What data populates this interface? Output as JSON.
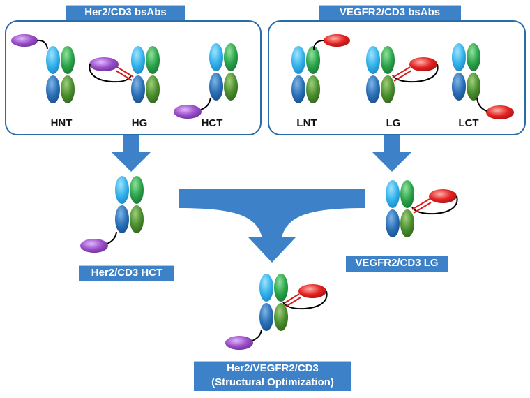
{
  "groups": {
    "her2": {
      "title": "Her2/CD3 bsAbs",
      "variants": [
        "HNT",
        "HG",
        "HCT"
      ]
    },
    "vegfr2": {
      "title": "VEGFR2/CD3 bsAbs",
      "variants": [
        "LNT",
        "LG",
        "LCT"
      ]
    }
  },
  "selected": {
    "her2": "Her2/CD3 HCT",
    "vegfr2": "VEGFR2/CD3 LG"
  },
  "result": {
    "line1": "Her2/VEGFR2/CD3",
    "line2": "(Structural Optimization)"
  },
  "colors": {
    "cyan": "#39b4ec",
    "green": "#2da54a",
    "blue": "#2b70b8",
    "olive": "#4b8e2e",
    "purple": "#9a4fc8",
    "red": "#e02222",
    "frame": "#2a6ca8",
    "arrow": "#3d82c9"
  }
}
